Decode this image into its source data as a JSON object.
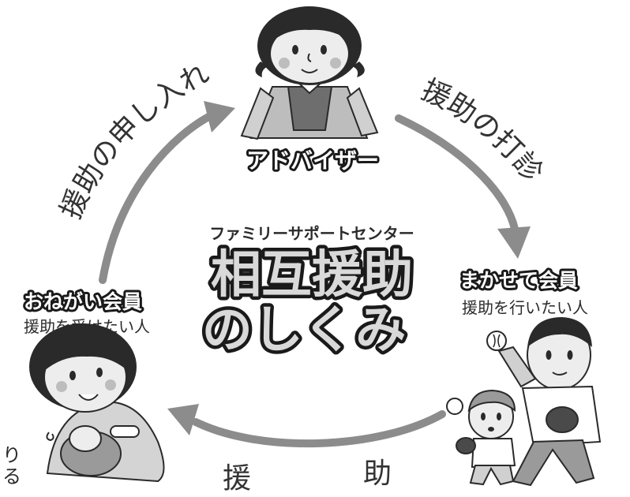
{
  "center": {
    "subtitle": "ファミリーサポートセンター",
    "title_line1": "相互援助",
    "title_line2": "のしくみ"
  },
  "roles": {
    "advisor": {
      "name": "アドバイザー"
    },
    "requester": {
      "name": "おねがい会員",
      "description": "援助を受けたい人"
    },
    "provider": {
      "name": "まかせて会員",
      "description": "援助を行いたい人"
    }
  },
  "flows": {
    "request": "援助の申し入れ",
    "inquiry": "援助の打診",
    "support_left": "援",
    "support_right": "助"
  },
  "edge_text": {
    "line1": "り",
    "line2": "る"
  },
  "colors": {
    "arrow": "#8c8c8c",
    "outline_text_fill": "#d9d9d9",
    "outline_text_stroke": "#1a1a1a",
    "figure_gray": "#9a9a9a",
    "figure_dark": "#2a2a2a"
  }
}
